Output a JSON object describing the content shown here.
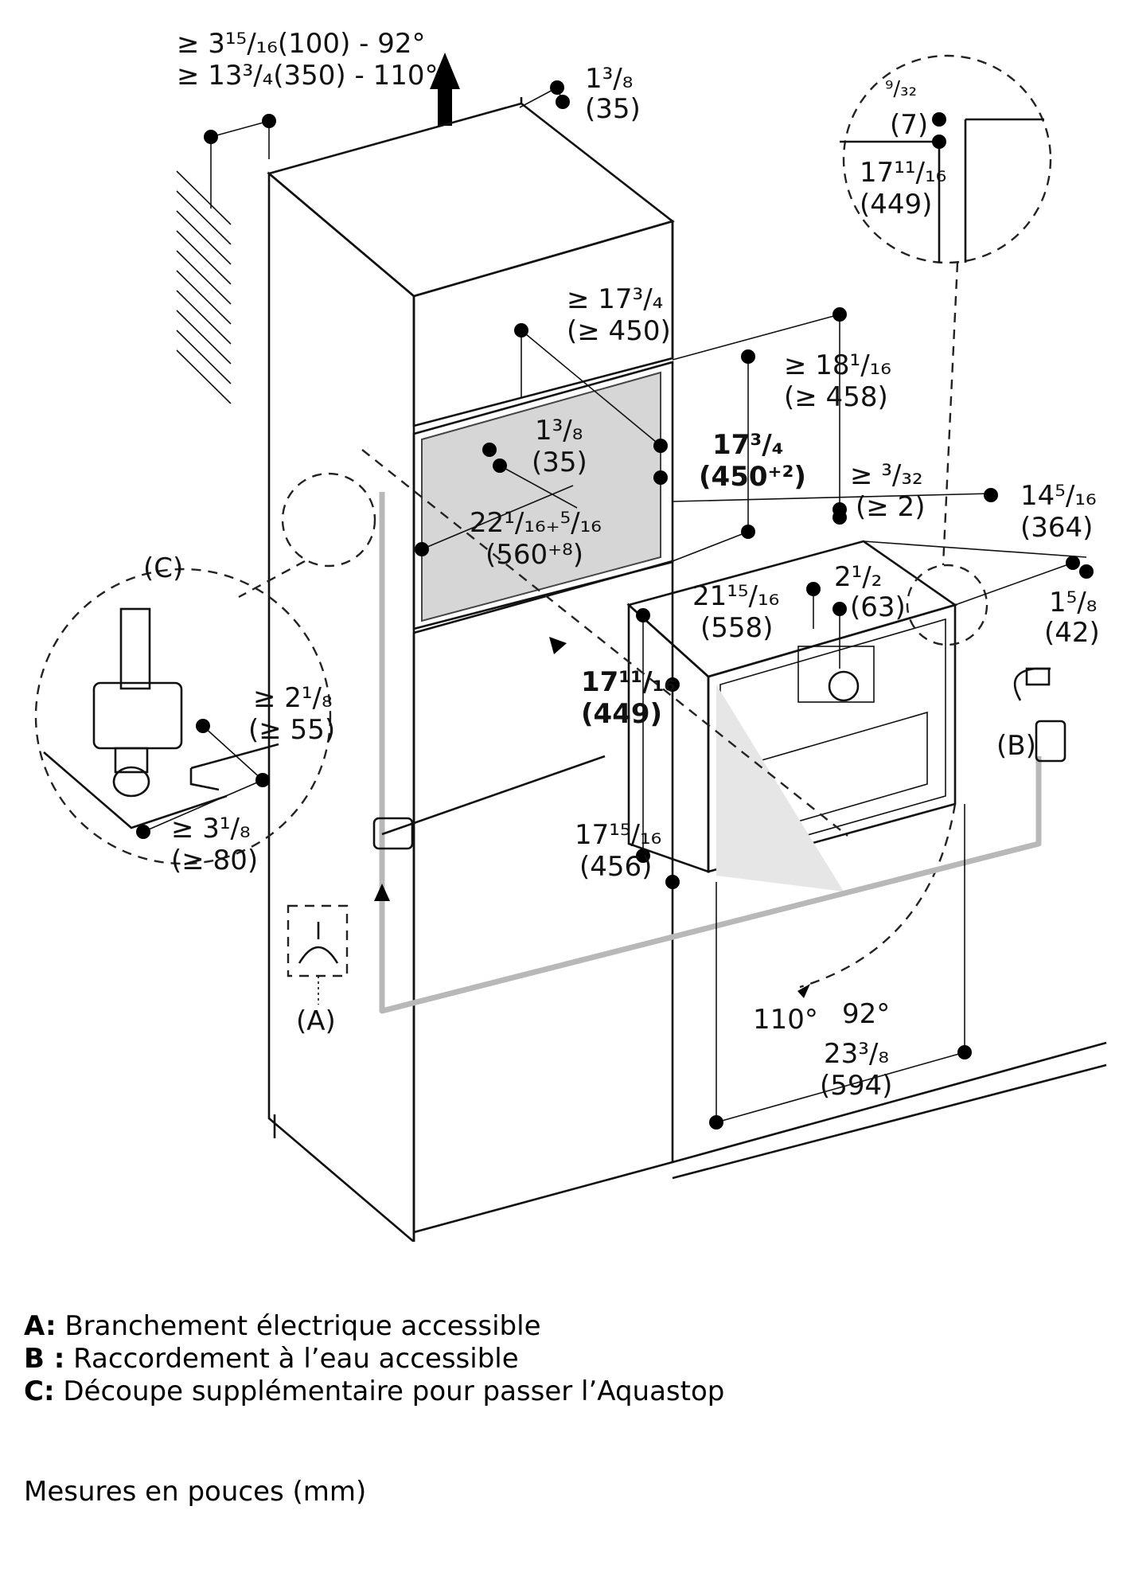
{
  "dimensions": {
    "top_clearance_line1": "≥ 3¹⁵/₁₆(100) - 92°",
    "top_clearance_line2": "≥ 13³/₄(350) - 110°",
    "top_gap_in": "1³/₈",
    "top_gap_mm": "(35)",
    "detail_gap_in": "⁹/₃₂",
    "detail_gap_mm": "(7)",
    "detail_height_in": "17¹¹/₁₆",
    "detail_height_mm": "(449)",
    "niche_depth_in": "≥ 17³/₄",
    "niche_depth_mm": "(≥ 450)",
    "cabinet_depth_in": "≥ 18¹/₁₆",
    "cabinet_depth_mm": "(≥ 458)",
    "cutout_offset_in": "1³/₈",
    "cutout_offset_mm": "(35)",
    "niche_height_in": "17³/₄",
    "niche_height_mm": "(450⁺²)",
    "side_gap_in": "≥ ³/₃₂",
    "side_gap_mm": "(≥ 2)",
    "niche_width_in": "22¹/₁₆₊⁵/₁₆",
    "niche_width_mm": "(560⁺⁸)",
    "device_depth_right_in": "14⁵/₁₆",
    "device_depth_right_mm": "(364)",
    "front_depth_in": "1⁵/₈",
    "front_depth_mm": "(42)",
    "device_body_depth_in": "21¹⁵/₁₆",
    "device_body_depth_mm": "(558)",
    "panel_depth_in": "2¹/₂",
    "panel_depth_mm": "(63)",
    "device_height_in": "17¹¹/₁₆",
    "device_height_mm": "(449)",
    "device_height2_in": "17¹⁵/₁₆",
    "device_height2_mm": "(456)",
    "aquastop_height_in": "≥ 2¹/₈",
    "aquastop_height_mm": "(≥ 55)",
    "aquastop_width_in": "≥ 3¹/₈",
    "aquastop_width_mm": "(≥ 80)",
    "angle_110": "110°",
    "angle_92": "92°",
    "device_width_in": "23³/₈",
    "device_width_mm": "(594)"
  },
  "markers": {
    "a": "(A)",
    "b": "(B)",
    "c": "(C)"
  },
  "legend": [
    {
      "key": "A:",
      "text": "Branchement électrique accessible"
    },
    {
      "key": "B :",
      "text": "Raccordement à l’eau accessible"
    },
    {
      "key": "C:",
      "text": "Découpe supplémentaire pour passer l’Aquastop"
    }
  ],
  "units_note": "Mesures en pouces (mm)",
  "colors": {
    "niche_fill": "#d6d6d6",
    "cable_gray": "#b8b8b8",
    "line": "#111111"
  }
}
